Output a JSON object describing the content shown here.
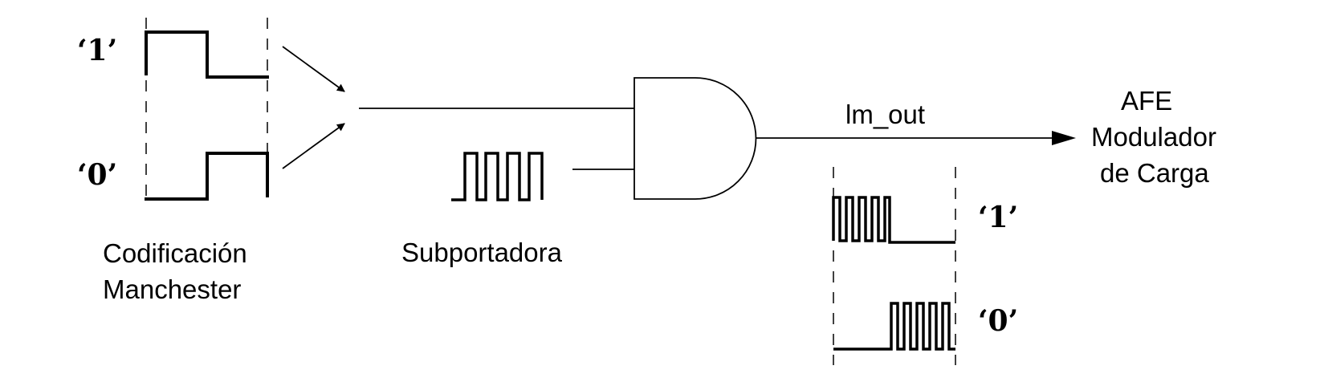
{
  "labels": {
    "bit_one": "‘1’",
    "bit_zero": "‘0’",
    "manchester_line1": "Codificación",
    "manchester_line2": "Manchester",
    "subcarrier": "Subportadora",
    "output_signal": "lm_out",
    "afe_line1": "AFE",
    "afe_line2": "Modulador",
    "afe_line3": "de Carga",
    "out_bit_one": "‘1’",
    "out_bit_zero": "‘0’"
  }
}
